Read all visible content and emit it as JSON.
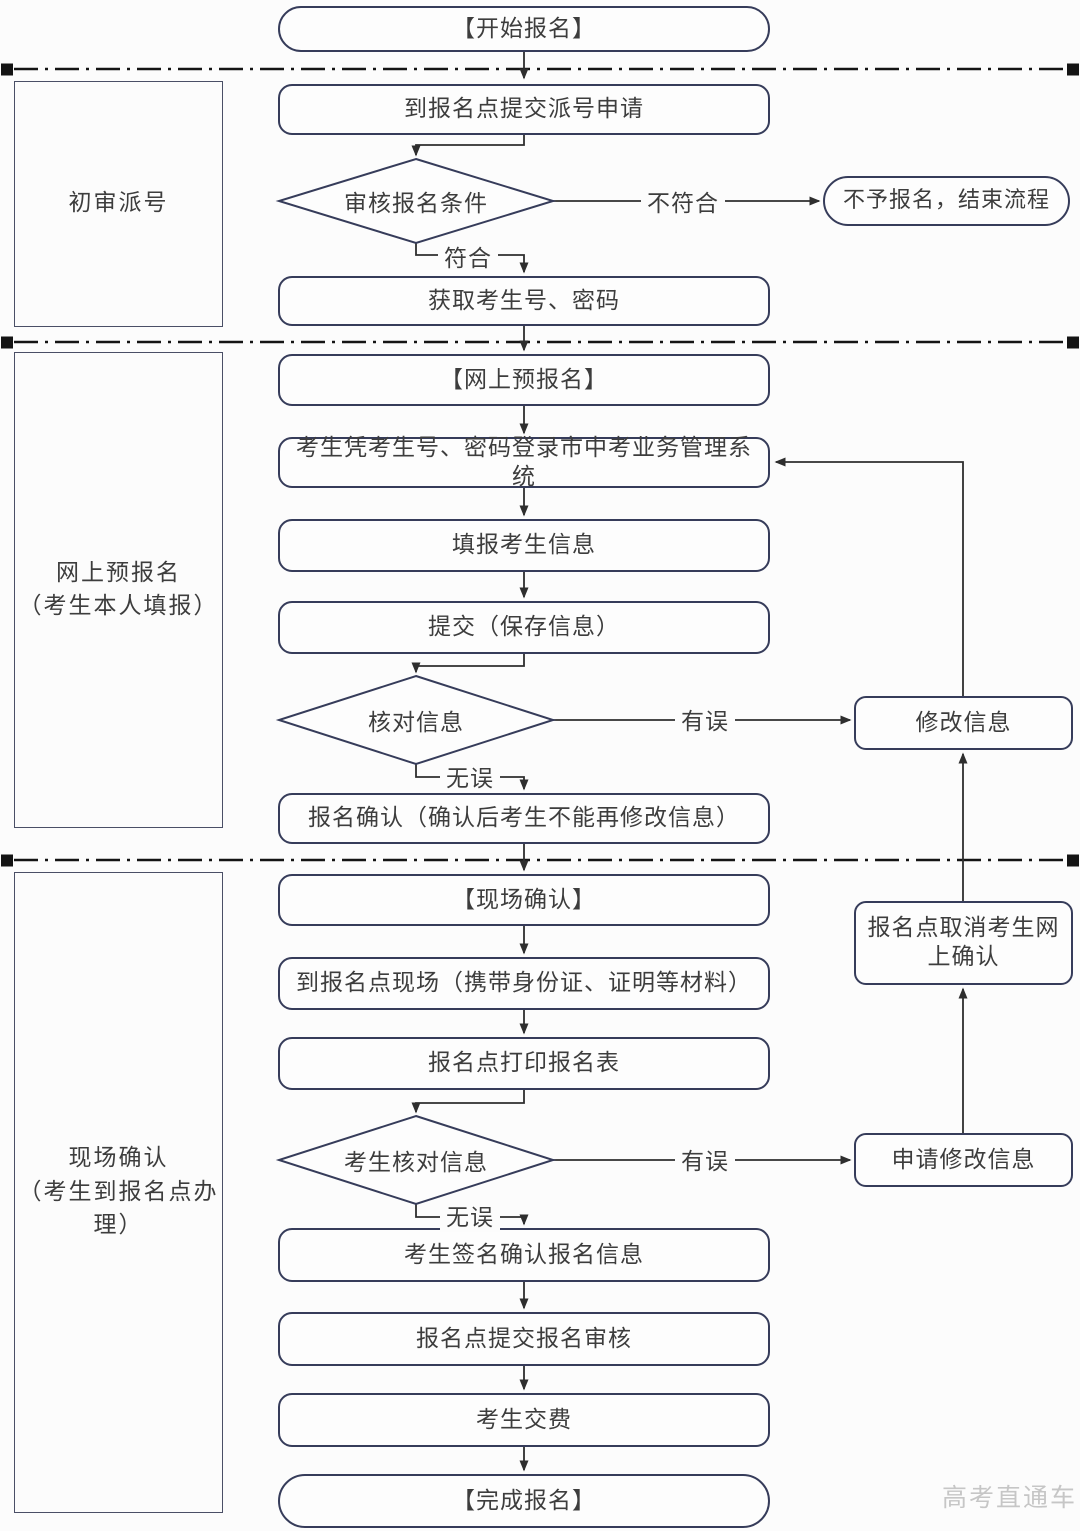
{
  "nodes": {
    "start": "【开始报名】",
    "submit_request": "到报名点提交派号申请",
    "review_conditions": "审核报名条件",
    "no_register": "不予报名，结束流程",
    "get_credentials": "获取考生号、密码",
    "online_pre_title": "【网上预报名】",
    "login": "考生凭考生号、密码登录市中考业务管理系统",
    "fill_info": "填报考生信息",
    "submit_save": "提交（保存信息）",
    "check_info": "核对信息",
    "modify_info": "修改信息",
    "confirm_register": "报名确认（确认后考生不能再修改信息）",
    "onsite_title": "【现场确认】",
    "onsite_arrive": "到报名点现场（携带身份证、证明等材料）",
    "print_form": "报名点打印报名表",
    "student_check": "考生核对信息",
    "apply_modify": "申请修改信息",
    "cancel_online": "报名点取消考生网上确认",
    "sign_confirm": "考生签名确认报名信息",
    "submit_review": "报名点提交报名审核",
    "pay_fee": "考生交费",
    "finish": "【完成报名】"
  },
  "edge_labels": {
    "not_qualified": "不符合",
    "qualified": "符合",
    "has_error_online": "有误",
    "no_error_online": "无误",
    "has_error_onsite": "有误",
    "no_error_onsite": "无误"
  },
  "lanes": {
    "lane1": "初审派号",
    "lane2": "网上预报名\n（考生本人填报）",
    "lane3": "现场确认\n（考生到报名点办\n理）"
  },
  "watermark": "高考直通车",
  "colors": {
    "box_border": "#363c5a",
    "connector": "#2e2e2e",
    "separator": "#141414",
    "text": "#3d3d3d",
    "watermark": "#c6c6c6",
    "background": "#fcfcfc"
  }
}
